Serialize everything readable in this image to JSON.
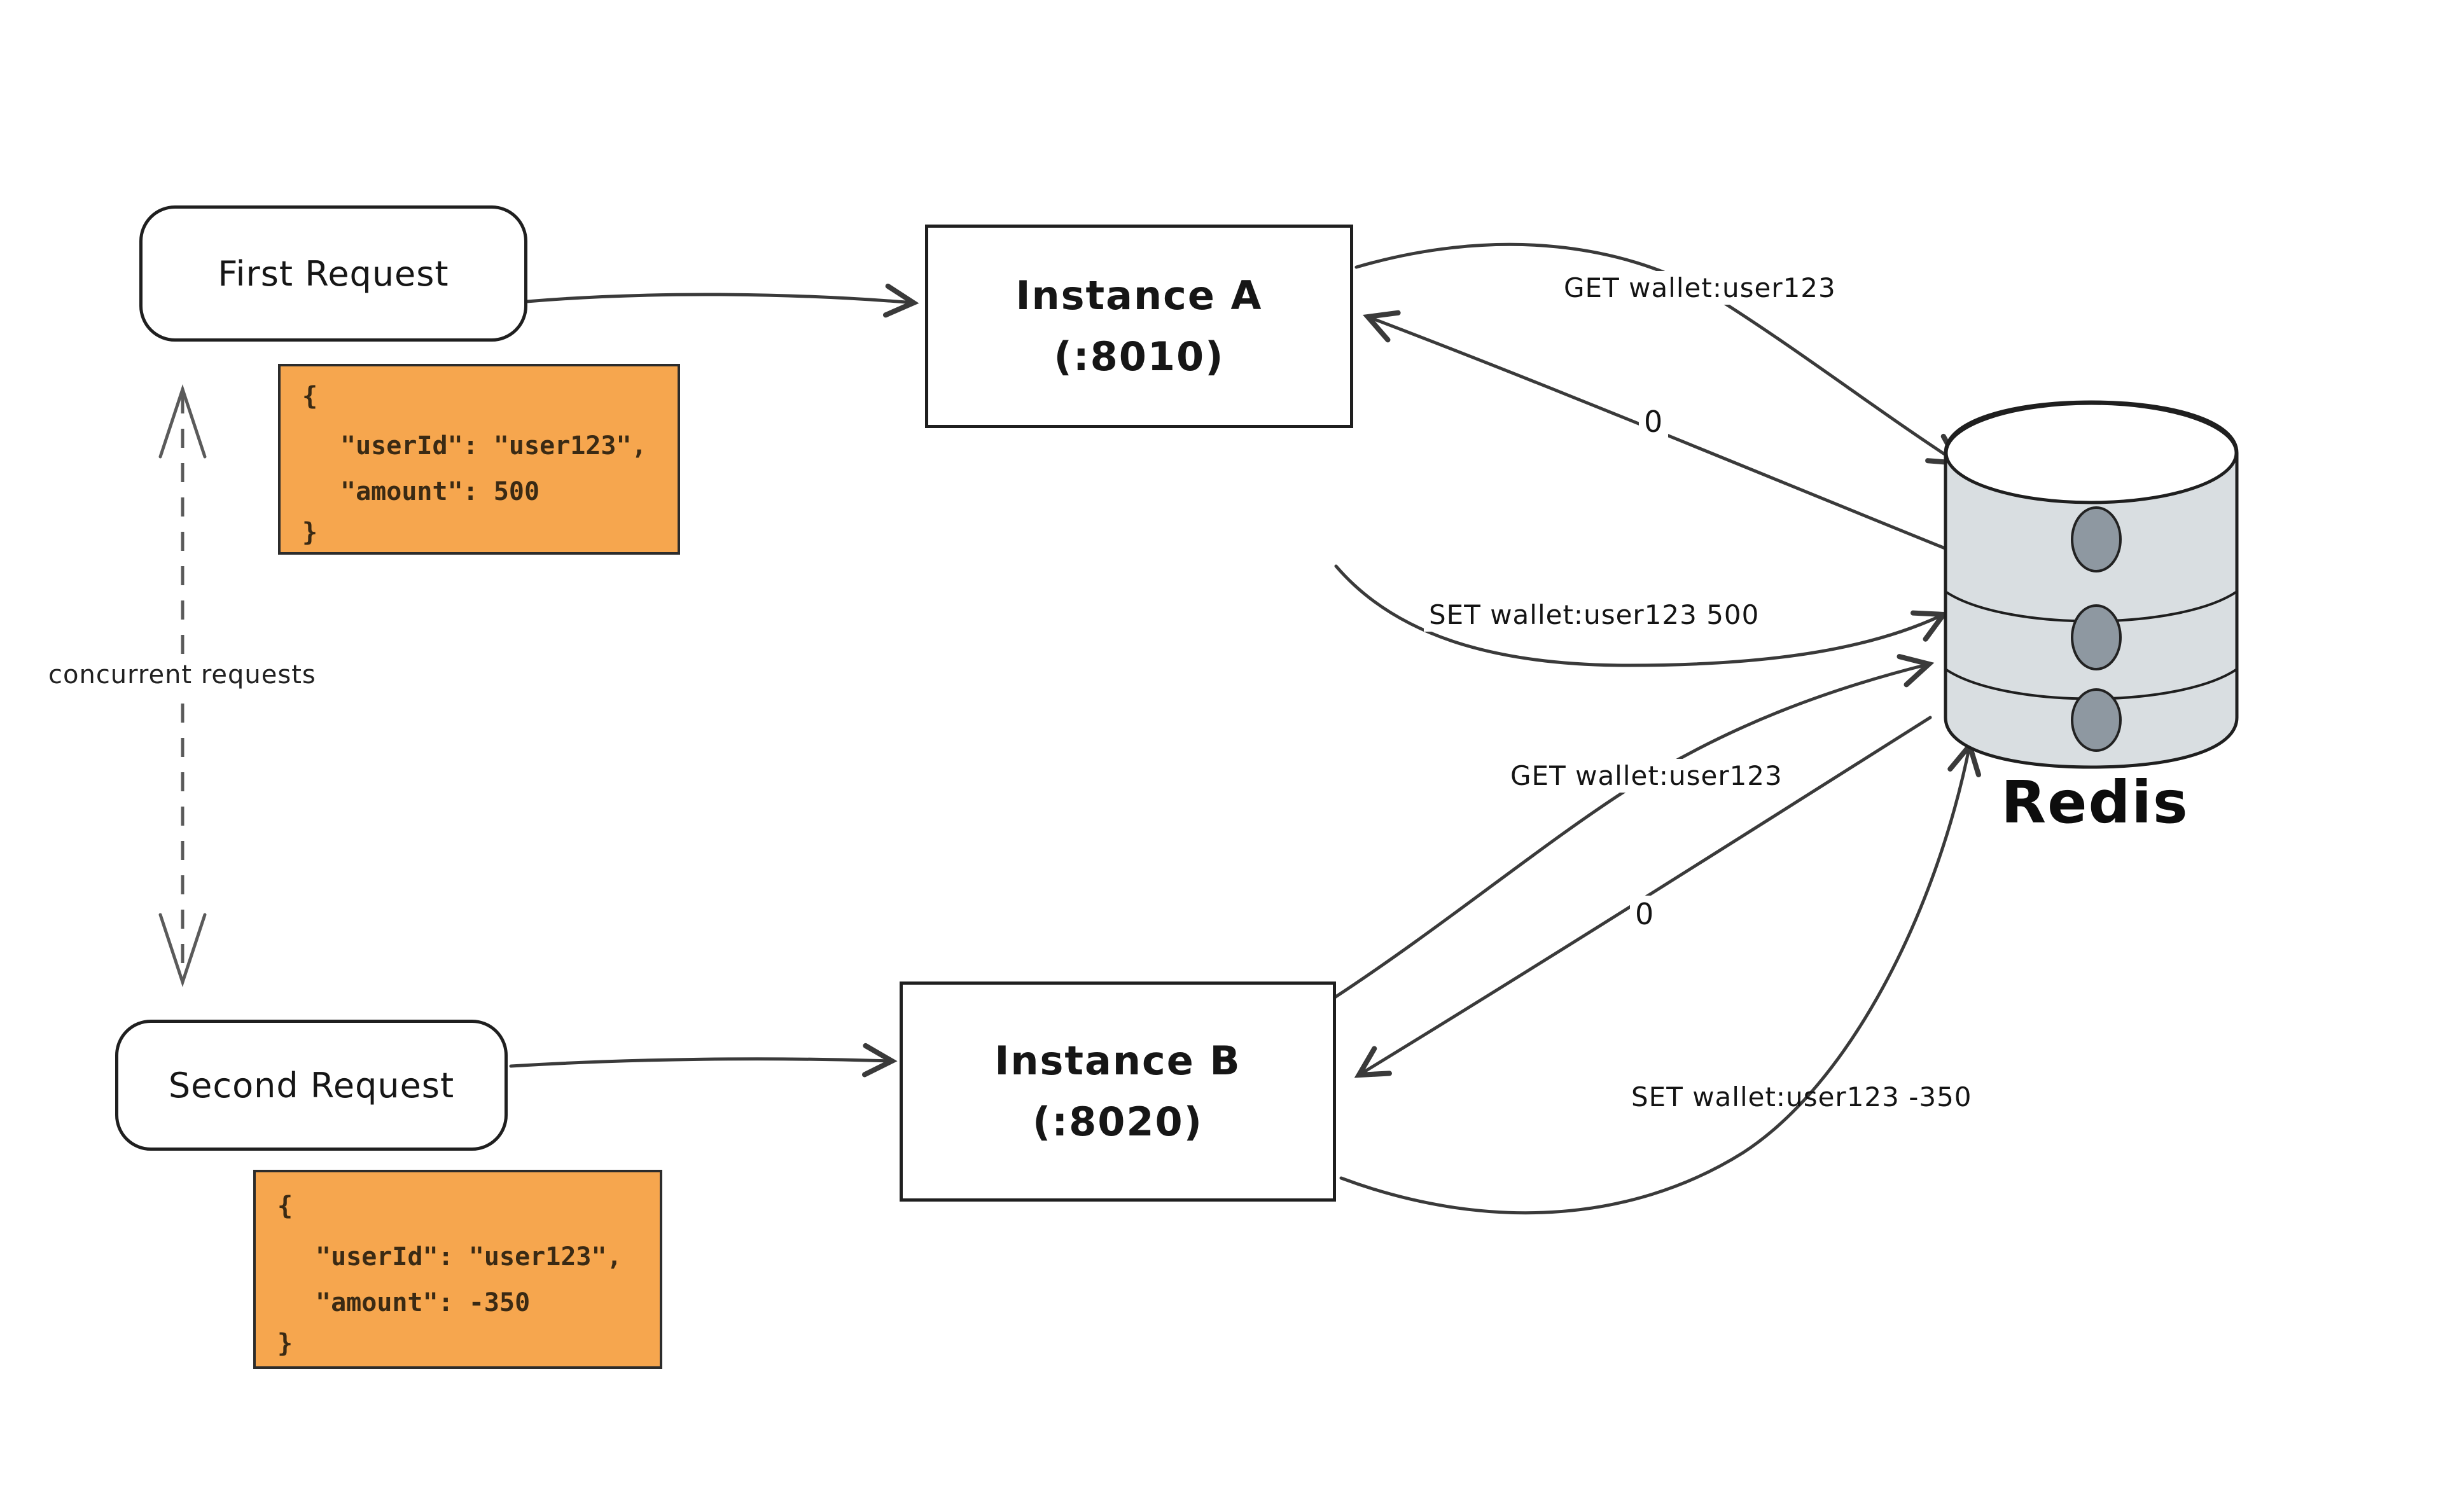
{
  "nodes": {
    "first_request": {
      "label": "First Request"
    },
    "second_request": {
      "label": "Second Request"
    },
    "instance_a": {
      "name": "Instance A",
      "port": "(:8010)"
    },
    "instance_b": {
      "name": "Instance B",
      "port": "(:8020)"
    },
    "redis": {
      "label": "Redis"
    }
  },
  "payloads": {
    "first": {
      "brace_open": "{",
      "user_line": "\"userId\": \"user123\",",
      "amount_line": "\"amount\": 500",
      "brace_close": "}"
    },
    "second": {
      "brace_open": "{",
      "user_line": "\"userId\": \"user123\",",
      "amount_line": "\"amount\": -350",
      "brace_close": "}"
    }
  },
  "edge_labels": {
    "concurrent": "concurrent requests",
    "instance_a_get": "GET wallet:user123",
    "instance_a_reply": "0",
    "instance_a_set": "SET wallet:user123 500",
    "instance_b_get": "GET wallet:user123",
    "instance_b_reply": "0",
    "instance_b_set": "SET wallet:user123 -350"
  },
  "colors": {
    "payload_bg": "#f6a64e",
    "cylinder_body": "#d9dee1",
    "cylinder_dot": "#8e98a1",
    "stroke": "#3a3a3a",
    "dashed": "#5a5a5a"
  }
}
